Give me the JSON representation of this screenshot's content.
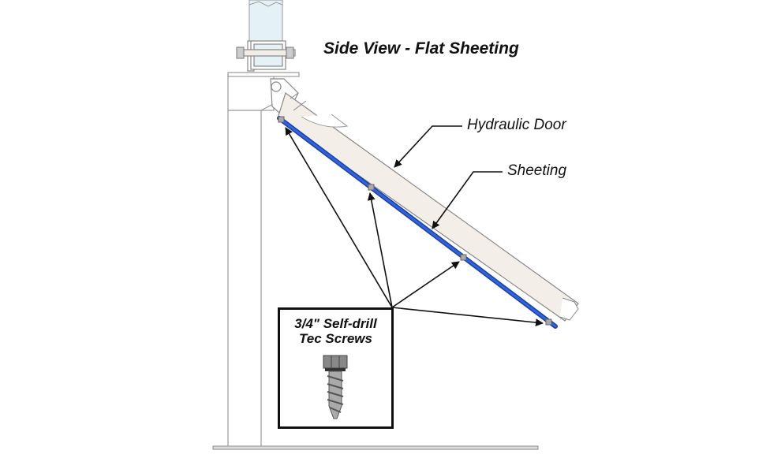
{
  "title": "Side View - Flat Sheeting",
  "labels": {
    "hydraulic_door": "Hydraulic Door",
    "sheeting": "Sheeting"
  },
  "screw_callout": {
    "line1": "3/4\" Self-drill",
    "line2": "Tec Screws"
  },
  "colors": {
    "sheeting": "#2456d6",
    "door_fill": "#f3eee8",
    "pillar_fill": "#e4f1f7",
    "outline": "#8a8a8a"
  }
}
